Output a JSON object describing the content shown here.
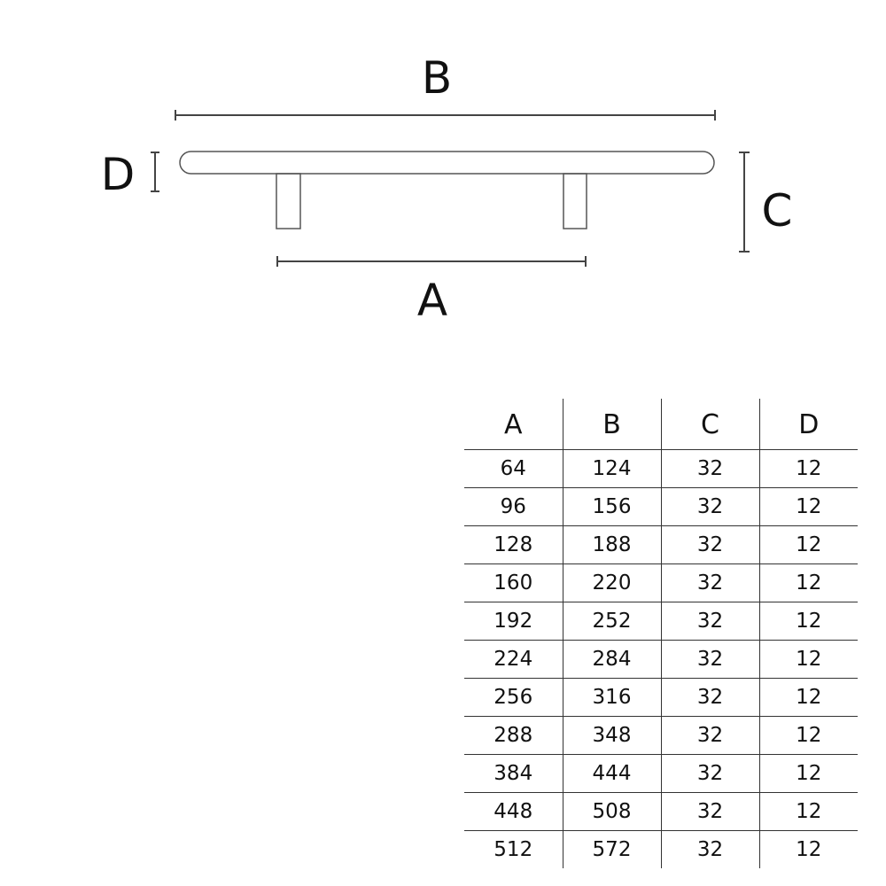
{
  "diagram": {
    "labels": {
      "a": "A",
      "b": "B",
      "c": "C",
      "d": "D"
    }
  },
  "table": {
    "headers": [
      "A",
      "B",
      "C",
      "D"
    ],
    "rows": [
      [
        "64",
        "124",
        "32",
        "12"
      ],
      [
        "96",
        "156",
        "32",
        "12"
      ],
      [
        "128",
        "188",
        "32",
        "12"
      ],
      [
        "160",
        "220",
        "32",
        "12"
      ],
      [
        "192",
        "252",
        "32",
        "12"
      ],
      [
        "224",
        "284",
        "32",
        "12"
      ],
      [
        "256",
        "316",
        "32",
        "12"
      ],
      [
        "288",
        "348",
        "32",
        "12"
      ],
      [
        "384",
        "444",
        "32",
        "12"
      ],
      [
        "448",
        "508",
        "32",
        "12"
      ],
      [
        "512",
        "572",
        "32",
        "12"
      ]
    ]
  }
}
